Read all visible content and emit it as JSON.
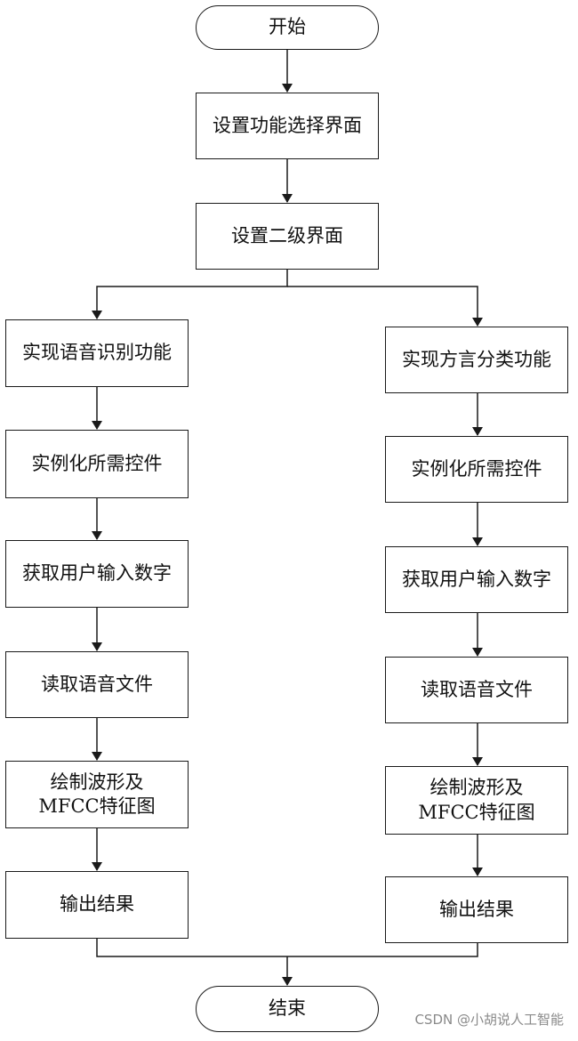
{
  "flowchart": {
    "start": "开始",
    "end": "结束",
    "setup_steps": [
      "设置功能选择界面",
      "设置二级界面"
    ],
    "left_branch": {
      "title": "实现语音识别功能",
      "steps": [
        "实例化所需控件",
        "获取用户输入数字",
        "读取语音文件",
        "绘制波形及\nMFCC特征图",
        "输出结果"
      ]
    },
    "right_branch": {
      "title": "实现方言分类功能",
      "steps": [
        "实例化所需控件",
        "获取用户输入数字",
        "读取语音文件",
        "绘制波形及\nMFCC特征图",
        "输出结果"
      ]
    }
  },
  "watermark": "CSDN @小胡说人工智能",
  "colors": {
    "stroke": "#1a1a1a",
    "fill": "#ffffff",
    "text": "#111111",
    "watermark": "#8a8a8a"
  }
}
